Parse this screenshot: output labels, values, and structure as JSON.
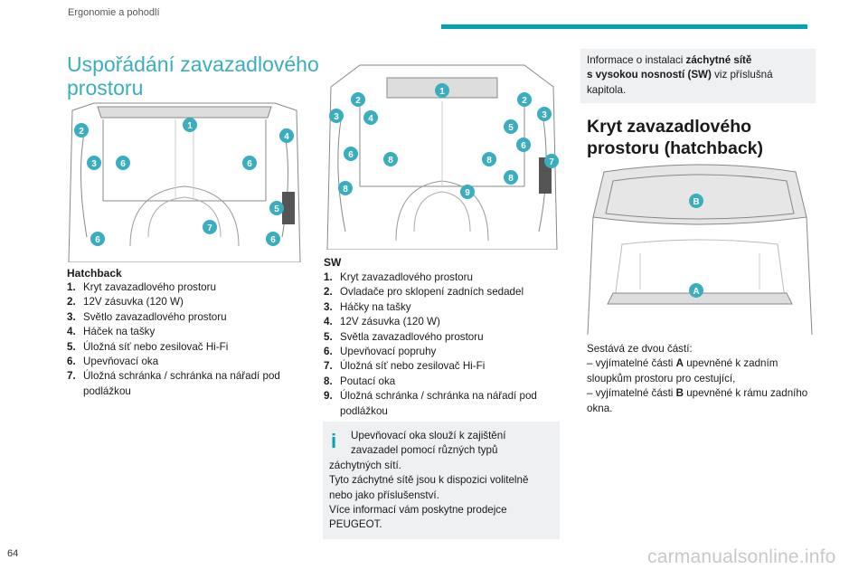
{
  "header": {
    "section": "Ergonomie a pohodlí",
    "accent_color": "#00a3b4"
  },
  "page_title": "Uspořádání zavazadlového prostoru",
  "hatchback": {
    "caption": "Hatchback",
    "callouts": [
      "1",
      "2",
      "3",
      "4",
      "5",
      "6",
      "6",
      "6",
      "6",
      "7"
    ],
    "items": [
      {
        "num": "1.",
        "text": "Kryt zavazadlového prostoru"
      },
      {
        "num": "2.",
        "text": "12V zásuvka (120 W)"
      },
      {
        "num": "3.",
        "text": "Světlo zavazadlového prostoru"
      },
      {
        "num": "4.",
        "text": "Háček na tašky"
      },
      {
        "num": "5.",
        "text": "Úložná síť nebo zesilovač Hi-Fi"
      },
      {
        "num": "6.",
        "text": "Upevňovací oka"
      },
      {
        "num": "7.",
        "text": "Úložná schránka / schránka na nářadí pod podlážkou"
      }
    ]
  },
  "sw": {
    "caption": "SW",
    "callouts": [
      "1",
      "2",
      "2",
      "3",
      "3",
      "4",
      "5",
      "6",
      "6",
      "7",
      "8",
      "8",
      "8",
      "8",
      "9"
    ],
    "items": [
      {
        "num": "1.",
        "text": "Kryt zavazadlového prostoru"
      },
      {
        "num": "2.",
        "text": "Ovladače pro sklopení zadních sedadel"
      },
      {
        "num": "3.",
        "text": "Háčky na tašky"
      },
      {
        "num": "4.",
        "text": "12V zásuvka (120 W)"
      },
      {
        "num": "5.",
        "text": "Světla zavazadlového prostoru"
      },
      {
        "num": "6.",
        "text": "Upevňovací popruhy"
      },
      {
        "num": "7.",
        "text": "Úložná síť nebo zesilovač Hi-Fi"
      },
      {
        "num": "8.",
        "text": "Poutací oka"
      },
      {
        "num": "9.",
        "text": "Úložná schránka / schránka na nářadí pod podlážkou"
      }
    ]
  },
  "info_box": {
    "icon": "info-icon",
    "lines": [
      "Upevňovací oka slouží k zajištění",
      "zavazadel pomocí různých typů",
      "záchytných sítí.",
      "Tyto záchytné sítě jsou k dispozici volitelně",
      "nebo jako příslušenství.",
      "Více informací vám poskytne prodejce",
      "PEUGEOT."
    ]
  },
  "info_top": {
    "prefix": "Informace o instalaci ",
    "bold1": "záchytné sítě",
    "bold2": "s vysokou nosností (SW)",
    "suffix": " viz příslušná",
    "line3": "kapitola."
  },
  "cover": {
    "title": "Kryt zavazadlového prostoru (hatchback)",
    "callouts": [
      "B",
      "A"
    ],
    "intro": "Sestává ze dvou částí:",
    "part_a_prefix": "–  vyjímatelné části ",
    "part_a_letter": "A",
    "part_a_suffix": " upevněné k zadním",
    "part_a_line2": "sloupkům prostoru pro cestující,",
    "part_b_prefix": "–  vyjímatelné části ",
    "part_b_letter": "B",
    "part_b_suffix": " upevněné k rámu zadního",
    "part_b_line2": "okna."
  },
  "page_number": "64",
  "watermark": "carmanualsonline.info"
}
